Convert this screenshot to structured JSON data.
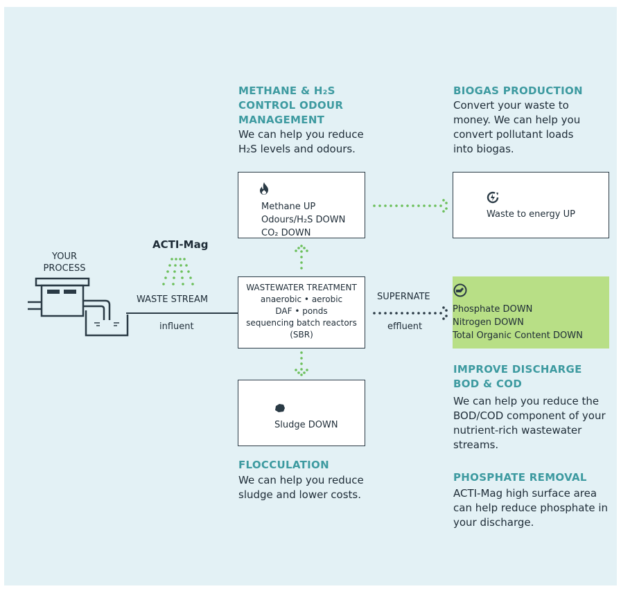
{
  "methane": {
    "heading": [
      "METHANE & H₂S",
      "CONTROL ODOUR",
      "MANAGEMENT"
    ],
    "body": [
      "We can help you reduce",
      "H₂S levels and odours."
    ],
    "box_lines": [
      "Methane UP",
      "Odours/H₂S DOWN",
      "CO₂ DOWN"
    ],
    "icon": "flame-icon"
  },
  "biogas": {
    "heading": "BIOGAS PRODUCTION",
    "body": [
      "Convert your waste to",
      "money. We can help you",
      "convert pollutant loads",
      "into biogas."
    ],
    "box_label": "Waste to energy UP",
    "icon": "recycle-energy-icon"
  },
  "process": {
    "label_line1": "YOUR",
    "label_line2": "PROCESS",
    "icon": "process-tank-icon"
  },
  "acti": {
    "label": "ACTI-Mag",
    "stream_label": "WASTE STREAM",
    "influent_label": "influent"
  },
  "treatment": {
    "lines": [
      "WASTEWATER TREATMENT",
      "anaerobic • aerobic",
      "DAF • ponds",
      "sequencing batch reactors",
      "(SBR)"
    ]
  },
  "supernate": {
    "label": "SUPERNATE",
    "effluent_label": "effluent"
  },
  "nutrient_box": {
    "lines": [
      "Phosphate DOWN",
      "Nitrogen DOWN",
      "Total Organic Content DOWN"
    ],
    "color": "#b8df86",
    "icon": "hand-drop-icon"
  },
  "sludge": {
    "box_label": "Sludge DOWN",
    "icon": "sludge-icon"
  },
  "flocculation": {
    "heading": "FLOCCULATION",
    "body": [
      "We can help you reduce",
      "sludge and lower costs."
    ]
  },
  "discharge": {
    "heading": [
      "IMPROVE DISCHARGE",
      "BOD & COD"
    ],
    "body": [
      "We can help you reduce the",
      "BOD/COD component of your",
      "nutrient-rich wastewater",
      "streams."
    ]
  },
  "phosphate": {
    "heading": "PHOSPHATE REMOVAL",
    "body": [
      "ACTI-Mag high surface area",
      "can help reduce phosphate in",
      "your discharge."
    ]
  },
  "colors": {
    "background": "#e3f1f5",
    "heading": "#3d9aa0",
    "arrow": "#6bbf5a",
    "ink": "#2a3a45"
  }
}
